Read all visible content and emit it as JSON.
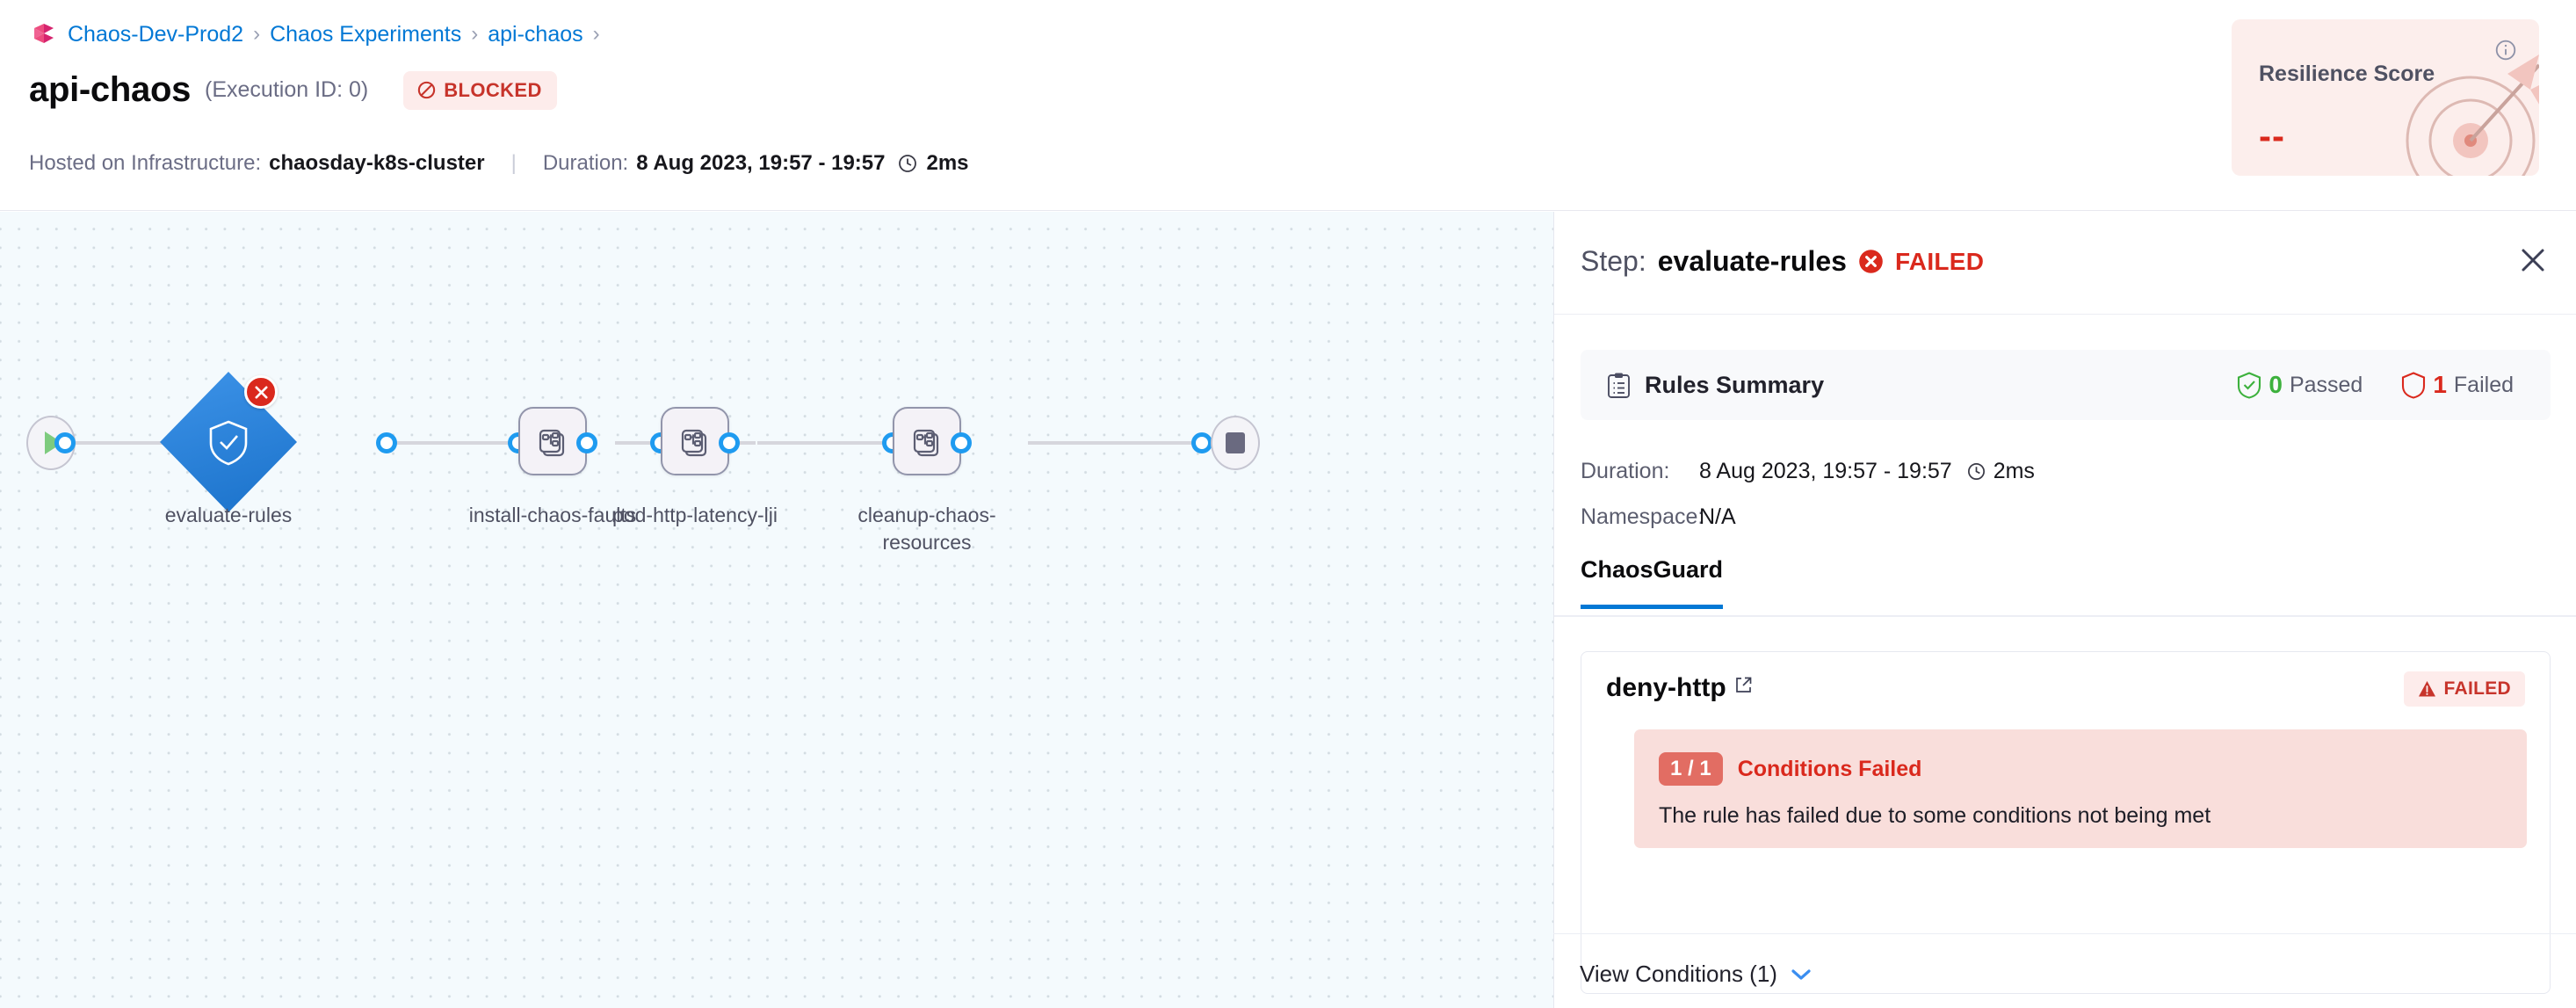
{
  "header": {
    "logo_icon": "harness-logo-icon",
    "breadcrumb": [
      {
        "label": "Chaos-Dev-Prod2"
      },
      {
        "label": "Chaos Experiments"
      },
      {
        "label": "api-chaos"
      }
    ],
    "breadcrumb_separator": "›",
    "title": "api-chaos",
    "execution_id": "(Execution ID: 0)",
    "status_badge": {
      "label": "BLOCKED",
      "icon": "blocked-circle-icon",
      "color": "#c7342b",
      "bg": "#fdeceb"
    },
    "meta": {
      "infra_label": "Hosted on Infrastructure:",
      "infra_value": "chaosday-k8s-cluster",
      "divider": "|",
      "duration_label": "Duration:",
      "duration_range": "8 Aug 2023, 19:57 - 19:57",
      "clock_icon": "clock-icon",
      "duration_value": "2ms"
    }
  },
  "resilience_card": {
    "title": "Resilience Score",
    "value": "--",
    "info_icon": "info-circle-icon",
    "art_icon": "target-dartboard-icon",
    "bg": "#fceeec",
    "value_color": "#da291d"
  },
  "canvas": {
    "start_node": {
      "name": "start",
      "icon": "play-icon"
    },
    "end_node": {
      "name": "end",
      "icon": "stop-square-icon"
    },
    "nodes": [
      {
        "label": "evaluate-rules",
        "type": "diamond",
        "icon": "shield-check-icon",
        "status": "failed",
        "status_icon": "error-x-icon",
        "color": "#2f8ae0"
      },
      {
        "label": "install-chaos-faults",
        "type": "step",
        "icon": "chaos-step-icon"
      },
      {
        "label": "pod-http-latency-lji",
        "type": "step",
        "icon": "chaos-step-icon"
      },
      {
        "label": "cleanup-chaos-resources",
        "type": "step",
        "icon": "chaos-step-icon"
      }
    ]
  },
  "panel": {
    "title_prefix": "Step:",
    "step_name": "evaluate-rules",
    "status": "FAILED",
    "status_icon": "error-x-icon",
    "close_icon": "close-icon",
    "rules_summary": {
      "icon": "clipboard-icon",
      "title": "Rules Summary",
      "passed_count": "0",
      "passed_label": "Passed",
      "passed_icon": "shield-check-icon",
      "failed_count": "1",
      "failed_label": "Failed",
      "failed_icon": "shield-outline-icon"
    },
    "details": {
      "duration_label": "Duration:",
      "duration_range": "8 Aug 2023, 19:57 - 19:57",
      "clock_icon": "clock-icon",
      "duration_value": "2ms",
      "namespace_label": "Namespace:",
      "namespace_value": "N/A"
    },
    "tabs": [
      {
        "label": "ChaosGuard",
        "active": true
      }
    ],
    "rule": {
      "name": "deny-http",
      "external_link_icon": "external-link-icon",
      "status_badge": {
        "label": "FAILED",
        "icon": "warning-triangle-icon"
      },
      "conditions": {
        "pill": "1 / 1",
        "headline": "Conditions Failed",
        "description": "The rule has failed due to some conditions not being met"
      },
      "view_conditions": {
        "label": "View Conditions (1)",
        "icon": "chevron-down-icon"
      }
    }
  },
  "colors": {
    "accent_blue": "#0278d5",
    "danger_red": "#da291d",
    "success_green": "#3db13d",
    "canvas_bg": "#f4fafd"
  }
}
